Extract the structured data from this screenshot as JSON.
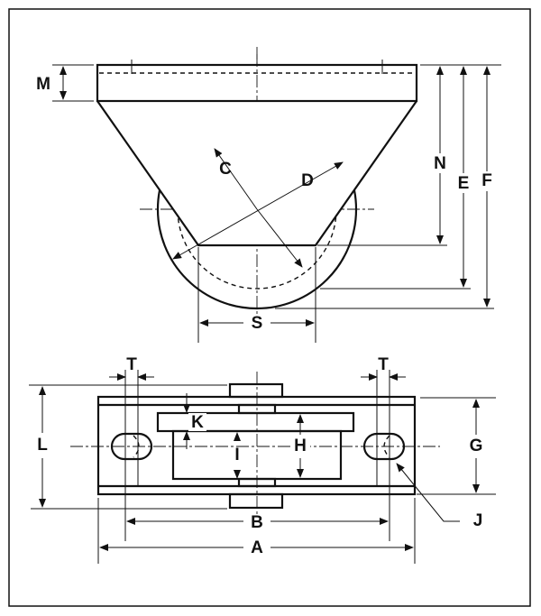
{
  "diagram": {
    "title": "Rigid caster wheel bracket dimension drawing",
    "top_view_labels": {
      "M": "M",
      "C": "C",
      "D": "D",
      "N": "N",
      "E": "E",
      "F": "F",
      "S": "S"
    },
    "bottom_view_labels": {
      "T_left": "T",
      "T_right": "T",
      "L": "L",
      "K": "K",
      "I": "I",
      "H": "H",
      "G": "G",
      "J": "J",
      "B": "B",
      "A": "A"
    },
    "colors": {
      "line": "#111111",
      "background": "#ffffff"
    }
  }
}
